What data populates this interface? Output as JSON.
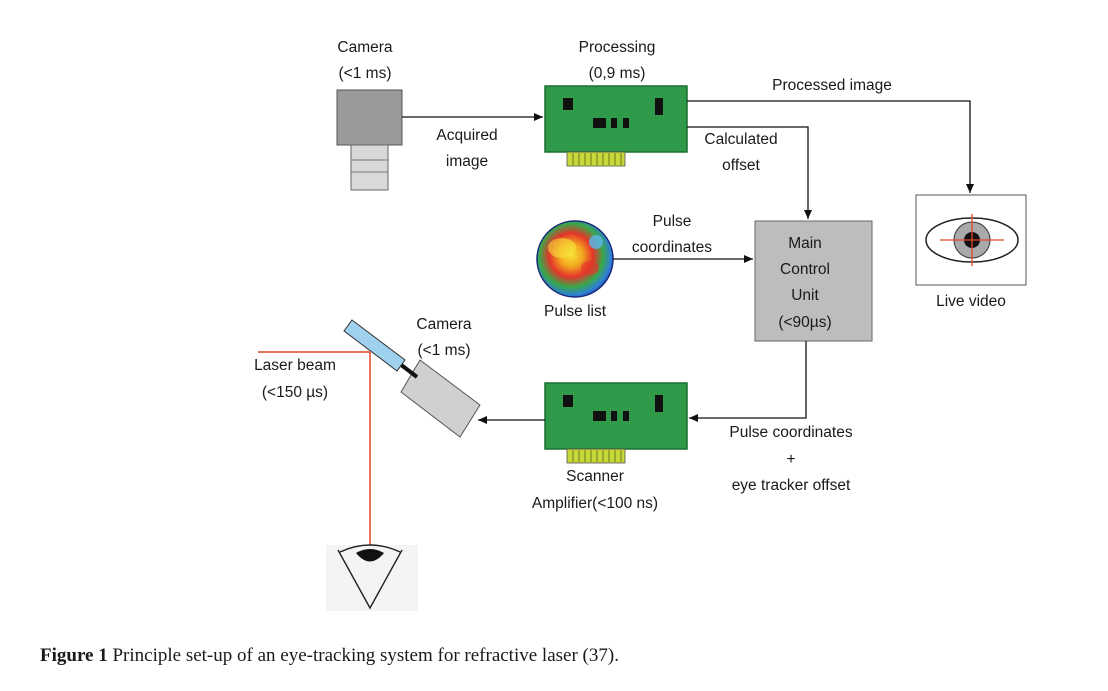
{
  "nodes": {
    "camera_top": {
      "title": "Camera",
      "timing": "(<1 ms)"
    },
    "processing": {
      "title": "Processing",
      "timing": "(0,9 ms)"
    },
    "main_control": {
      "line1": "Main",
      "line2": "Control",
      "line3": "Unit",
      "timing": "(<90µs)"
    },
    "live_video": {
      "label": "Live video"
    },
    "pulse_list": {
      "label": "Pulse list"
    },
    "camera_bottom": {
      "title": "Camera",
      "timing": "(<1 ms)"
    },
    "laser_beam": {
      "title": "Laser beam",
      "timing": "(<150 µs)"
    },
    "scanner": {
      "title": "Scanner",
      "subtitle": "Amplifier(<100 ns)"
    }
  },
  "edges": {
    "acquired_image": {
      "line1": "Acquired",
      "line2": "image"
    },
    "processed_image": {
      "label": "Processed image"
    },
    "calculated_offset": {
      "line1": "Calculated",
      "line2": "offset"
    },
    "pulse_coordinates": {
      "line1": "Pulse",
      "line2": "coordinates"
    },
    "to_scanner": {
      "line1": "Pulse coordinates",
      "line2": "+",
      "line3": "eye tracker offset"
    }
  },
  "caption": {
    "label": "Figure 1",
    "text": "Principle set-up of an eye-tracking system for refractive laser (37)."
  },
  "colors": {
    "board": "#2e9a4a",
    "board_edge": "#1d6e32",
    "chip": "#111111",
    "connector": "#c8d83a",
    "unit_fill": "#bdbdbd",
    "laser": "#e0452a",
    "camera_fill": "#9a9a9a",
    "camera_light": "#d9d9d9",
    "mirror": "#9fd0ee"
  }
}
